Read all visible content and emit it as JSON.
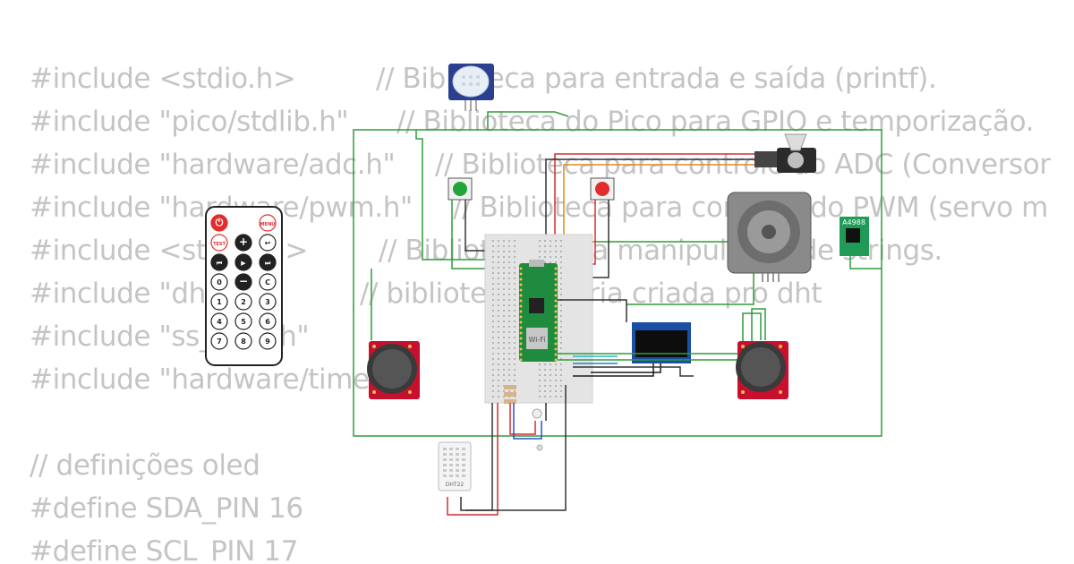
{
  "code_lines": [
    {
      "code": "#include <stdio.h>",
      "comment": "// Biblioteca para entrada e saída (printf)."
    },
    {
      "code": "#include \"pico/stdlib.h\"",
      "comment": "// Biblioteca do Pico para GPIO e temporização."
    },
    {
      "code": "#include \"hardware/adc.h\"",
      "comment": "// Biblioteca para controle do ADC (Conversor"
    },
    {
      "code": "#include \"hardware/pwm.h\"",
      "comment": "// Biblioteca para controle do PWM (servo m"
    },
    {
      "code": "#include <string.h>",
      "comment": "// Biblioteca para manipulação de strings."
    },
    {
      "code": "#include \"dht.h\"",
      "comment": "// biblioteca própria criada pro dht"
    },
    {
      "code": "#include \"ss_oled.h\"",
      "comment": ""
    },
    {
      "code": "#include \"hardware/timer.h\"",
      "comment": ""
    },
    {
      "code": "",
      "comment": ""
    },
    {
      "code": "// definições oled",
      "comment": ""
    },
    {
      "code": "#define SDA_PIN 16",
      "comment": ""
    },
    {
      "code": "#define SCL_PIN 17",
      "comment": ""
    }
  ],
  "remote": {
    "buttons": [
      "⏻",
      "MENU",
      "TEST",
      "+",
      "↩",
      "⏮",
      "▶",
      "⏭",
      "0",
      "−",
      "C",
      "1",
      "2",
      "3",
      "4",
      "5",
      "6",
      "7",
      "8",
      "9"
    ]
  },
  "pico_label": "Wi-Fi",
  "driver_label": "A4988",
  "dht_label": "DHT22",
  "colors": {
    "code_text": "#c4c4c4",
    "wire_green": "#2e9b3a",
    "wire_red": "#d62d2d",
    "wire_black": "#333333",
    "wire_blue": "#2a4fd1",
    "pcb_red": "#c8102e",
    "pico_green": "#1f8b3f"
  }
}
